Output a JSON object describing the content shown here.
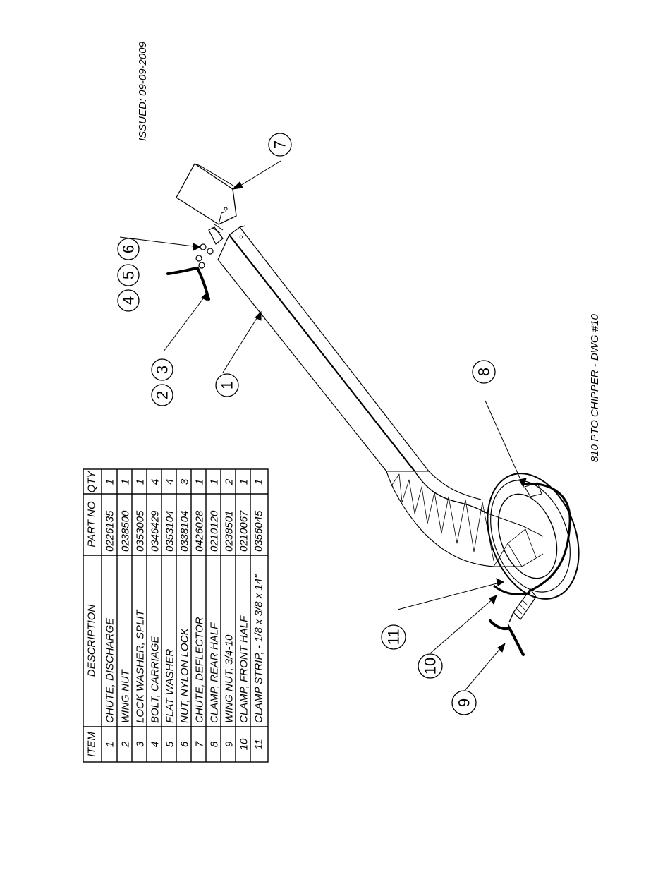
{
  "drawing_title": "810 PTO CHIPPER - DWG #10",
  "issued": "ISSUED: 09-09-2009",
  "bom": {
    "headers": {
      "item": "ITEM",
      "description": "DESCRIPTION",
      "part_no": "PART NO",
      "qty": "QTY"
    },
    "rows": [
      {
        "item": "1",
        "description": "CHUTE, DISCHARGE",
        "part_no": "0226135",
        "qty": "1"
      },
      {
        "item": "2",
        "description": "WING NUT",
        "part_no": "0238500",
        "qty": "1"
      },
      {
        "item": "3",
        "description": "LOCK WASHER, SPLIT",
        "part_no": "0353005",
        "qty": "1"
      },
      {
        "item": "4",
        "description": "BOLT, CARRIAGE",
        "part_no": "0346429",
        "qty": "4"
      },
      {
        "item": "5",
        "description": "FLAT WASHER",
        "part_no": "0353104",
        "qty": "4"
      },
      {
        "item": "6",
        "description": "NUT, NYLON LOCK",
        "part_no": "0338104",
        "qty": "3"
      },
      {
        "item": "7",
        "description": "CHUTE, DEFLECTOR",
        "part_no": "0426028",
        "qty": "1"
      },
      {
        "item": "8",
        "description": "CLAMP, REAR HALF",
        "part_no": "0210120",
        "qty": "1"
      },
      {
        "item": "9",
        "description": "WING NUT, 3/4-10",
        "part_no": "0238501",
        "qty": "2"
      },
      {
        "item": "10",
        "description": "CLAMP, FRONT HALF",
        "part_no": "0210067",
        "qty": "1"
      },
      {
        "item": "11",
        "description": "CLAMP STRIP, - 1/8 x 3/8 x 14\"",
        "part_no": "0356045",
        "qty": "1"
      }
    ]
  },
  "callouts": {
    "c1": "1",
    "c2": "2",
    "c3": "3",
    "c4": "4",
    "c5": "5",
    "c6": "6",
    "c7": "7",
    "c8": "8",
    "c9": "9",
    "c10": "10",
    "c11": "11"
  }
}
